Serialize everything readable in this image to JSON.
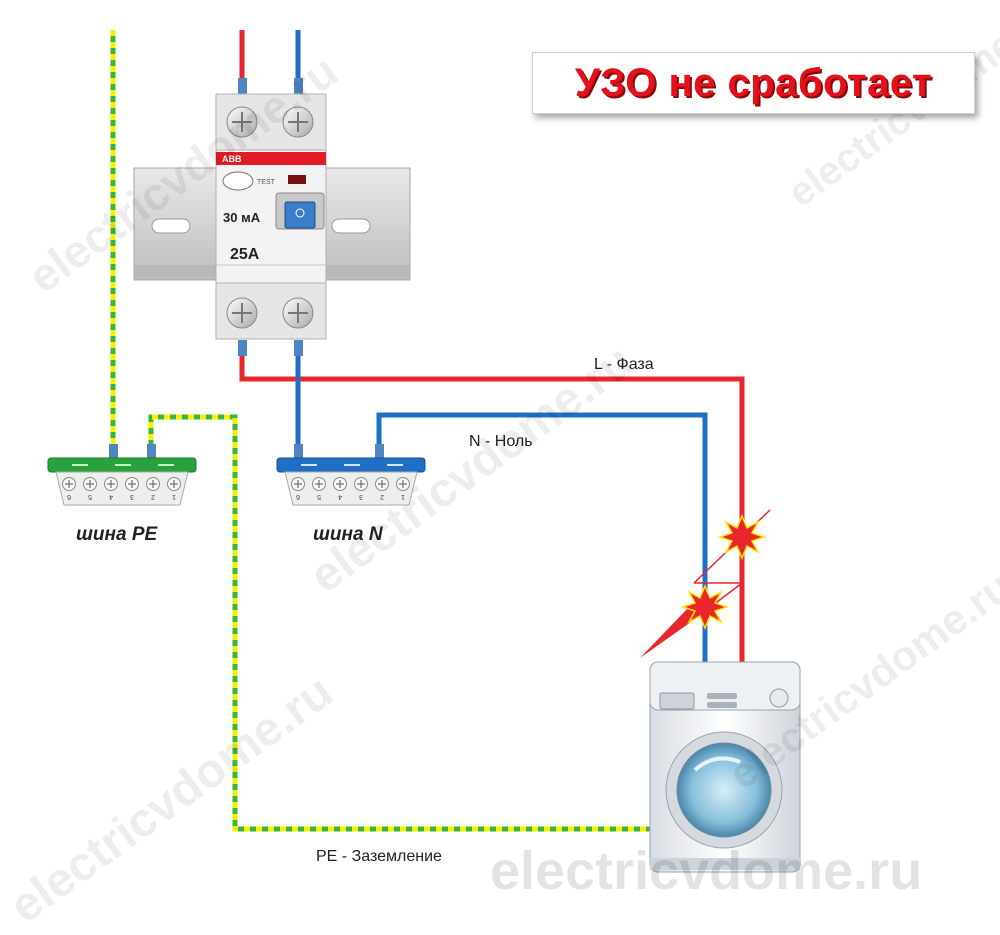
{
  "title": "УЗО не сработает",
  "rcd": {
    "brand": "ABB",
    "test_label": "TEST",
    "sensitivity": "30 мА",
    "rating": "25A"
  },
  "labels": {
    "phase": "L - Фаза",
    "neutral": "N - Ноль",
    "earth": "PE - Заземление"
  },
  "busbars": {
    "pe": {
      "label": "шина PE",
      "terminals": [
        "6",
        "5",
        "4",
        "3",
        "2",
        "1"
      ]
    },
    "n": {
      "label": "шина N",
      "terminals": [
        "6",
        "5",
        "4",
        "3",
        "2",
        "1"
      ]
    }
  },
  "watermark": "electricvdome.ru",
  "colors": {
    "phase_wire": "#e8262b",
    "neutral_wire": "#1f6fc7",
    "earth_wire_green": "#3bb53b",
    "earth_wire_yellow": "#f4f000",
    "pe_bus": "#27a33a",
    "n_bus": "#1f6fc7",
    "title_red": "#e5101a"
  }
}
